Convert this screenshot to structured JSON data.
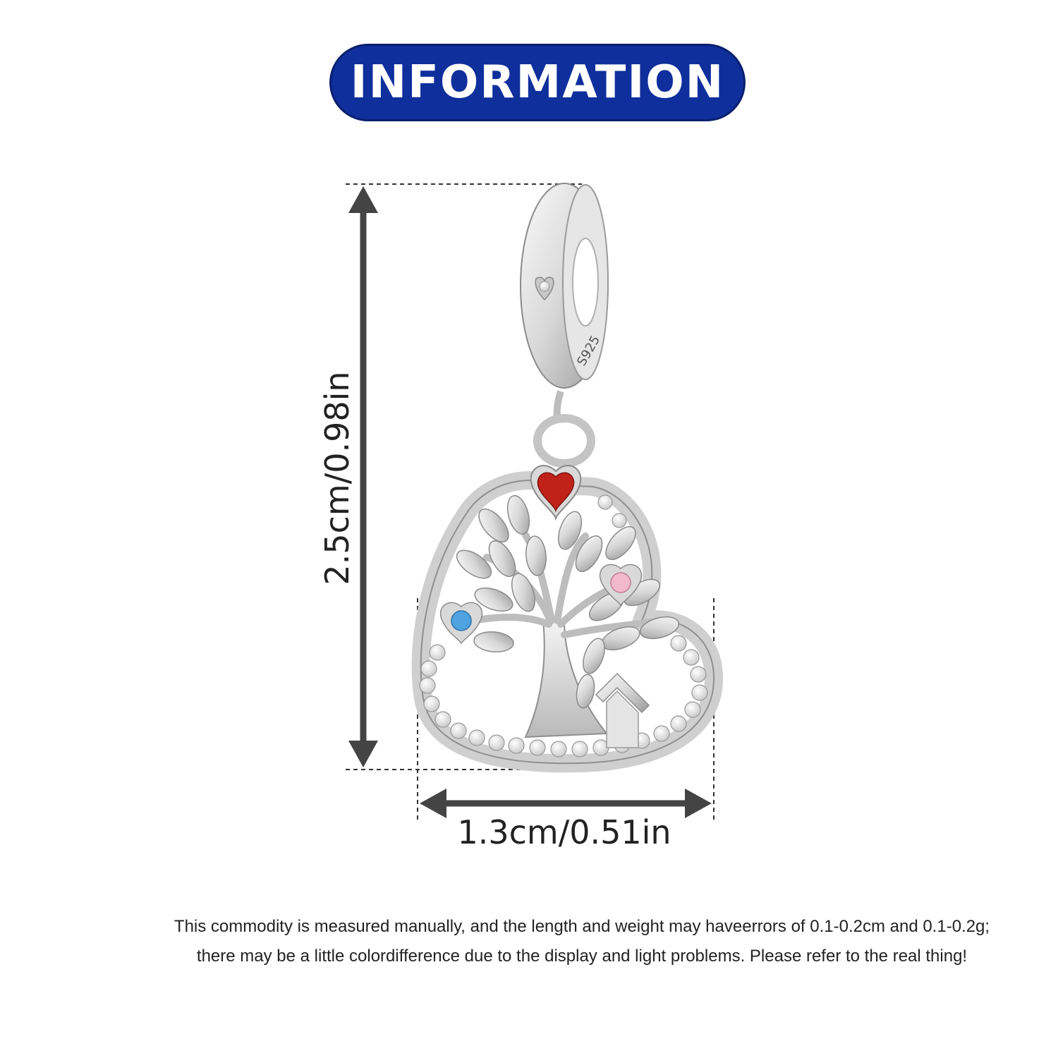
{
  "banner": {
    "title": "INFORMATION",
    "color": "#0f2f9c"
  },
  "product": {
    "name": "tree of life heart dangle charm",
    "bail_stamp": "S925",
    "stone_colors": {
      "top_heart": "#c0221a",
      "left": "#4fa3e0",
      "right": "#f2b8cc",
      "pave": "#f1f1f1"
    }
  },
  "dimensions": {
    "height_label": "2.5cm/0.98in",
    "width_label": "1.3cm/0.51in",
    "arrow_color": "#444444"
  },
  "disclaimer": {
    "line1": "This commodity is measured manually, and the length and weight may haveerrors of 0.1-0.2cm and 0.1-0.2g;",
    "line2": "there may be a little colordifference due to the display and light problems. Please refer to the real thing!"
  }
}
